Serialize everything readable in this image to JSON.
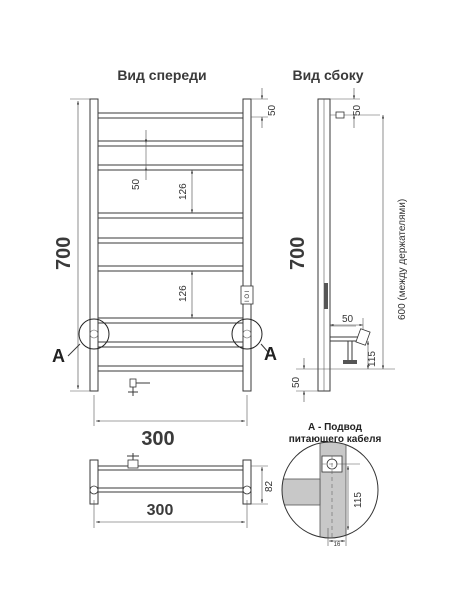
{
  "titles": {
    "front": "Вид спереди",
    "side": "Вид сбоку"
  },
  "dims": {
    "height_700": "700",
    "width_300": "300",
    "d50": "50",
    "d126": "126",
    "d82": "82",
    "d115": "115",
    "d16": "16",
    "holders": "600 (между держателями)"
  },
  "labels": {
    "a": "A",
    "detail_title_1": "А - Подвод",
    "detail_title_2": "питающего кабеля"
  },
  "switch_text": "I O I"
}
